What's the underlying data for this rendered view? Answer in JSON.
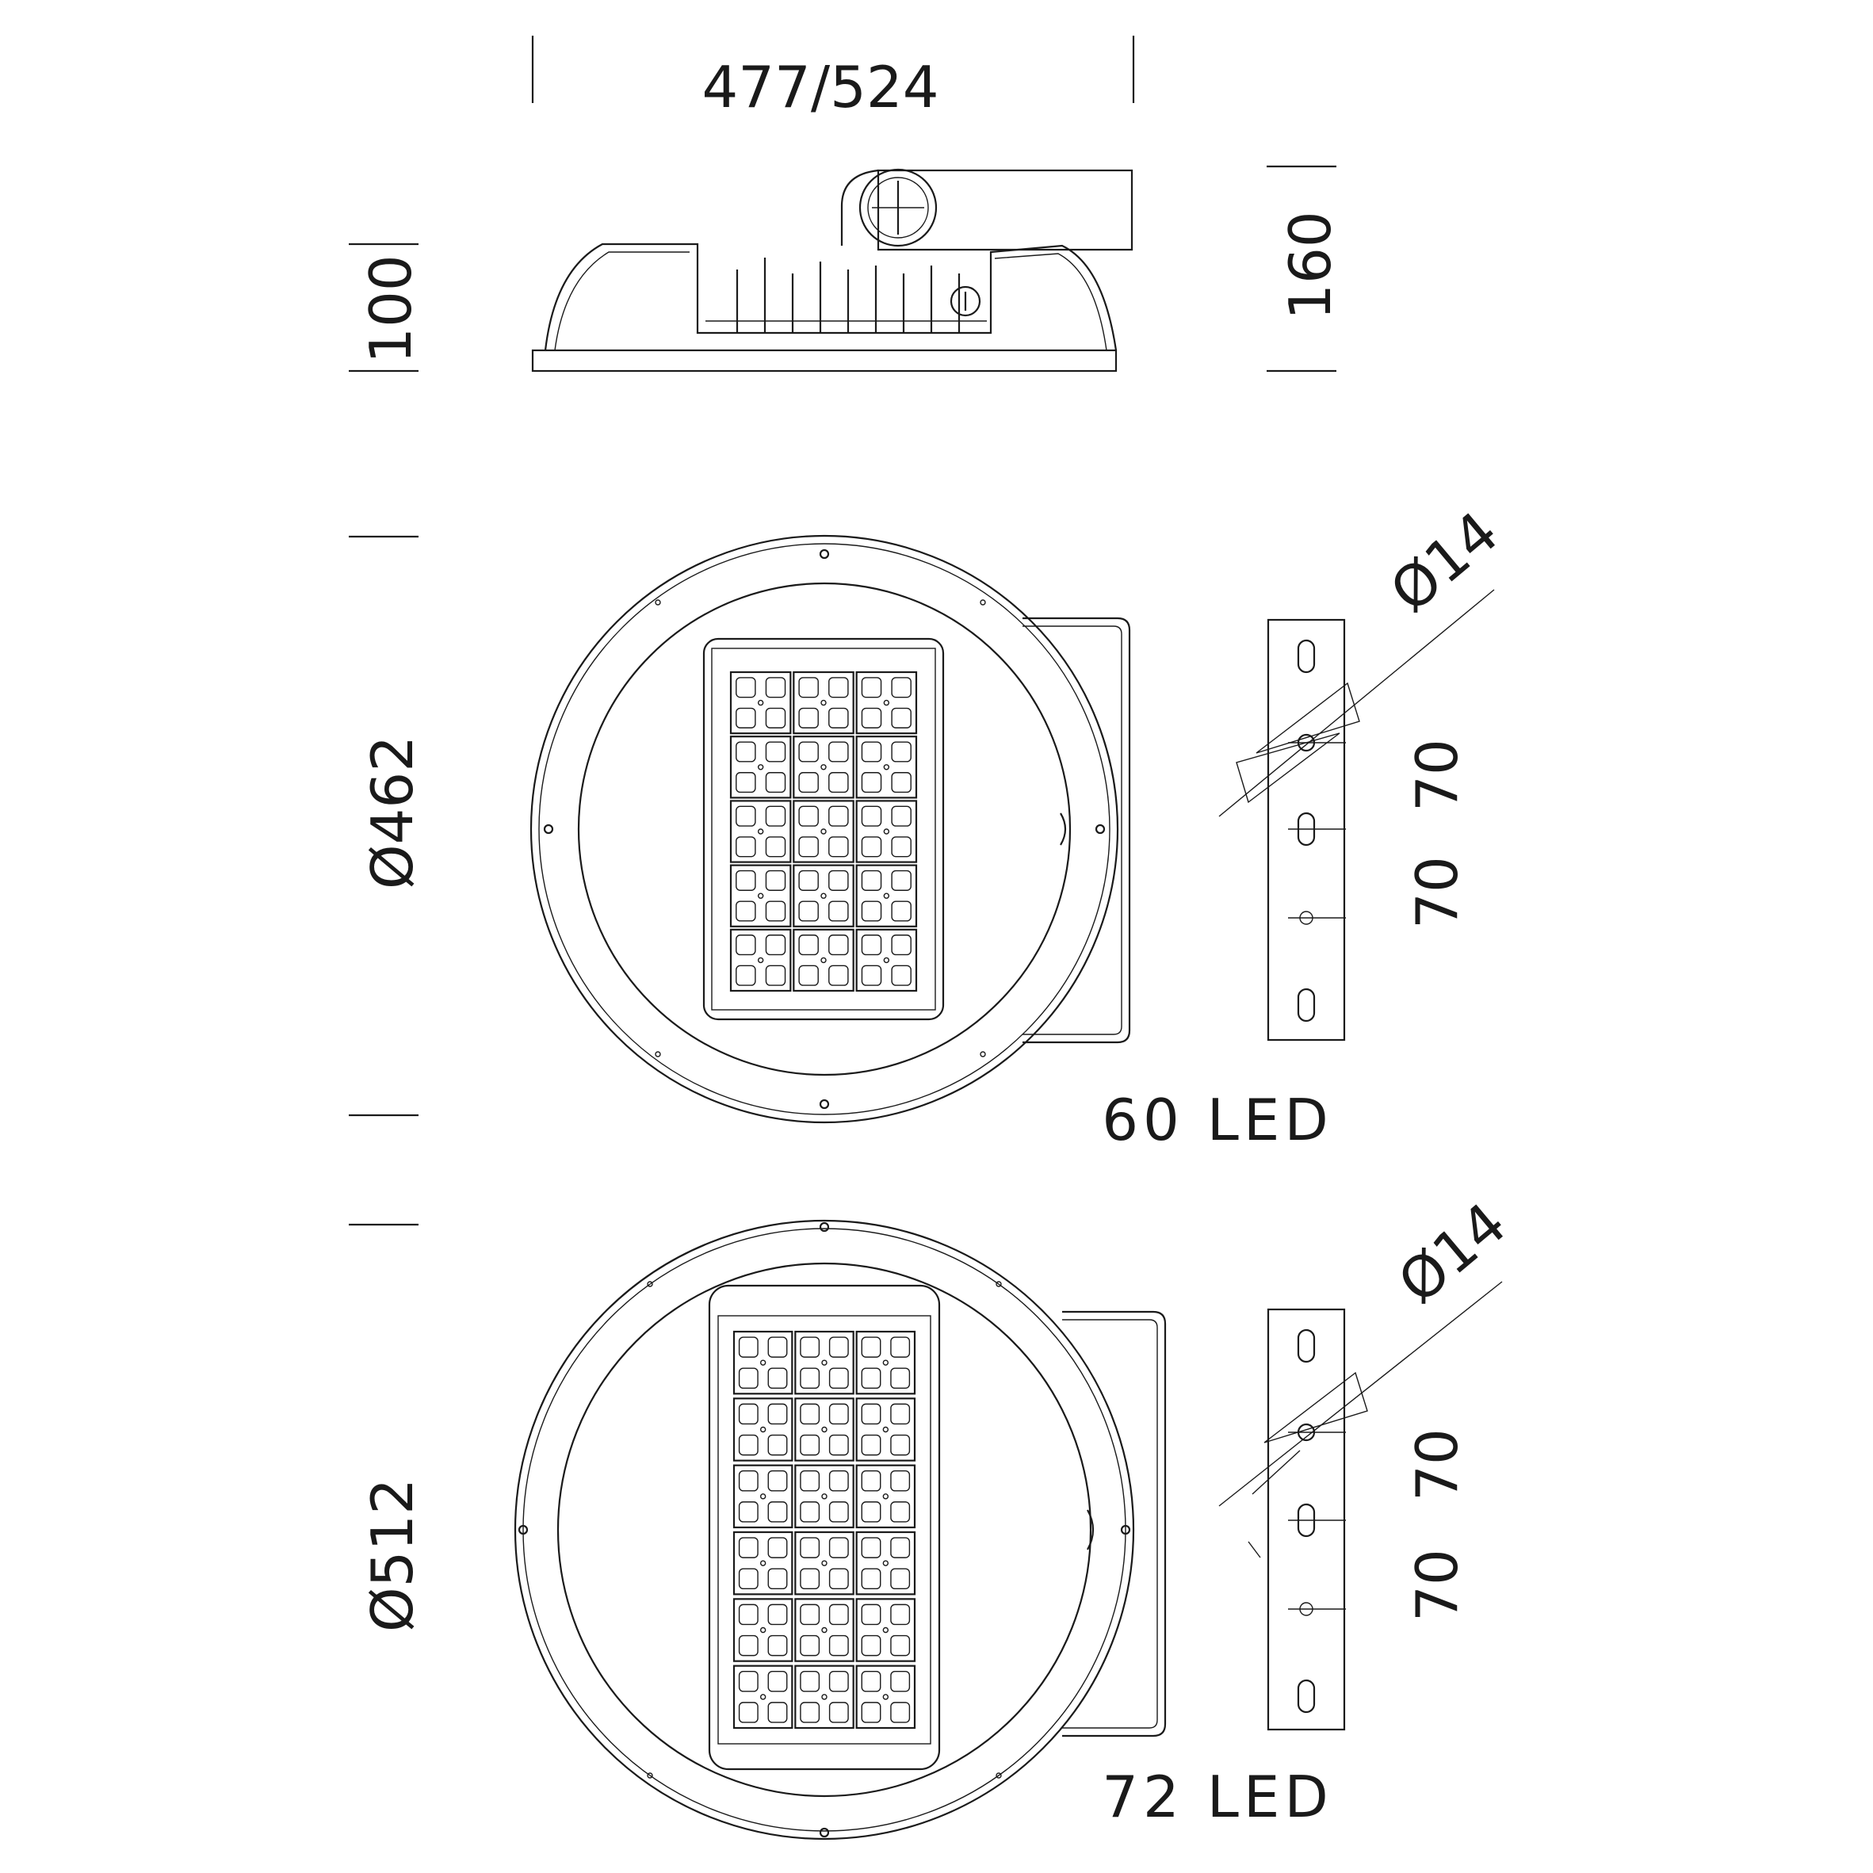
{
  "dimensions": {
    "width_top": "477/524",
    "height_body": "100",
    "height_total": "160",
    "diameter_60": "Ø462",
    "diameter_72": "Ø512",
    "hole_60": "Ø14",
    "hole_72": "Ø14",
    "spacing_60_a": "70",
    "spacing_60_b": "70",
    "spacing_72_a": "70",
    "spacing_72_b": "70"
  },
  "labels": {
    "led_60": "60 LED",
    "led_72": "72 LED"
  },
  "led_modules": {
    "small": {
      "columns": 3,
      "rows": 5,
      "leds_per_module": 4
    },
    "large": {
      "columns": 3,
      "rows": 6,
      "leds_per_module": 4
    }
  }
}
